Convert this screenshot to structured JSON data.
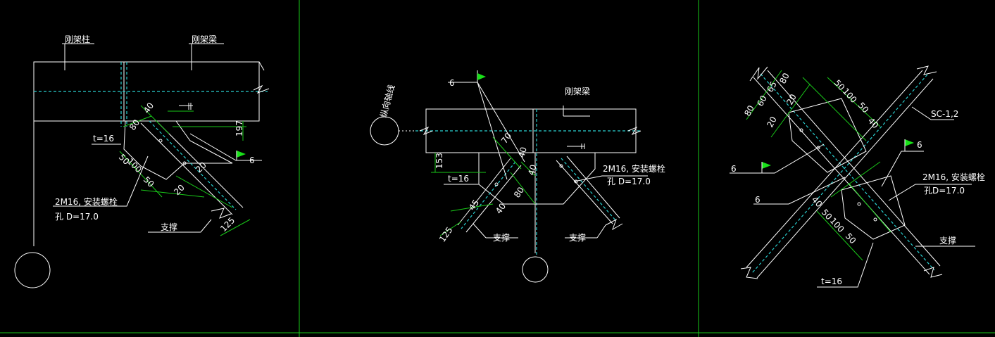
{
  "colors": {
    "background": "#000000",
    "linework": "#ffffff",
    "dimension": "#19c919",
    "centerline": "#29d0d0",
    "flag": "#19e019"
  },
  "panel1": {
    "column_label": "刚架柱",
    "beam_label": "刚架梁",
    "plate_t": "t=16",
    "bolt_spec": "2M16, 安装螺栓",
    "hole_spec": "孔 D=17.0",
    "brace_label": "支撑",
    "weld_size": "6",
    "dims": [
      "40",
      "80",
      "197",
      "50",
      "100",
      "50",
      "20",
      "20",
      "125"
    ]
  },
  "panel2": {
    "axis_label": "纵向轴线",
    "beam_label": "刚架梁",
    "plate_t": "t=16",
    "bolt_spec": "2M16, 安装螺栓",
    "hole_spec": "孔 D=17.0",
    "brace_left": "支撑",
    "brace_right": "支撑",
    "weld_size": "6",
    "dims": [
      "153",
      "70",
      "40",
      "40",
      "80",
      "40",
      "45",
      "125"
    ]
  },
  "panel3": {
    "plate_t": "t=16",
    "bolt_spec": "2M16, 安装螺栓",
    "hole_spec": "孔D=17.0",
    "brace_label": "支撑",
    "member_code": "SC-1,2",
    "weld_top": "6",
    "weld_left": "6",
    "weld_mid": "6",
    "dims": [
      "80",
      "60",
      "65",
      "80",
      "20",
      "20",
      "50",
      "100",
      "50",
      "40",
      "40",
      "50",
      "100",
      "50"
    ]
  }
}
